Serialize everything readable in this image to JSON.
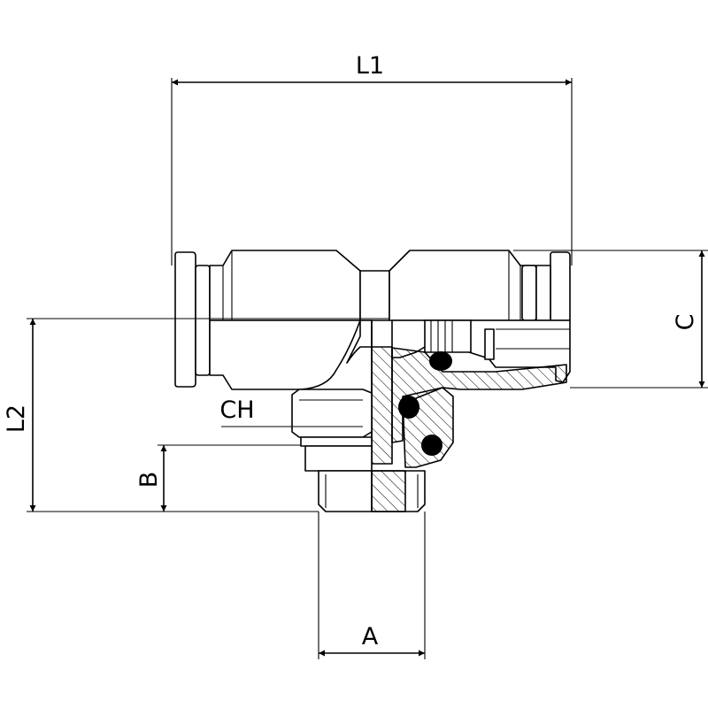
{
  "dimensions": {
    "l1": "L1",
    "l2": "L2",
    "c": "C",
    "ch": "CH",
    "b": "B",
    "a": "A"
  }
}
